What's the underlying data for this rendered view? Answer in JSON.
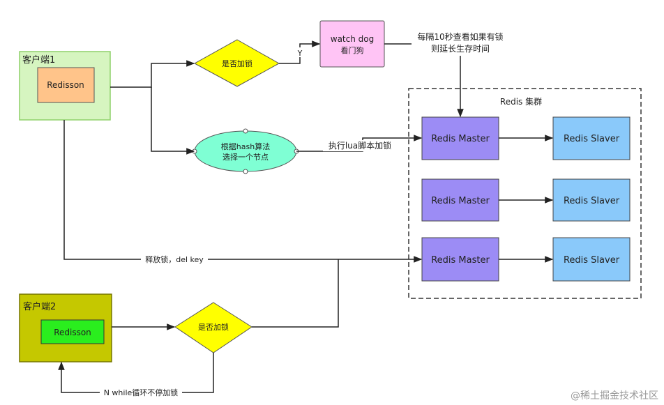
{
  "client1": {
    "title": "客户端1",
    "inner": "Redisson"
  },
  "client2": {
    "title": "客户端2",
    "inner": "Redisson"
  },
  "decision1": {
    "label": "是否加锁",
    "yes_label": "Y"
  },
  "decision2": {
    "label": "是否加锁"
  },
  "watchdog": {
    "line1": "watch dog",
    "line2": "看门狗"
  },
  "watchdog_note": {
    "line1": "每隔10秒查看如果有锁",
    "line2": "则延长生存时间"
  },
  "hash_node": {
    "line1": "根据hash算法",
    "line2": "选择一个节点"
  },
  "lua_label": "执行lua脚本加锁",
  "release_label": "释放锁，del key",
  "retry_label": "N while循环不停加锁",
  "cluster": {
    "title": "Redis 集群",
    "rows": [
      {
        "master": "Redis Master",
        "slave": "Redis Slaver"
      },
      {
        "master": "Redis Master",
        "slave": "Redis Slaver"
      },
      {
        "master": "Redis Master",
        "slave": "Redis Slaver"
      }
    ]
  },
  "watermark": "@稀土掘金技术社区",
  "colors": {
    "client1_bg": "#D6F5C0",
    "client1_inner": "#FFC48A",
    "client2_bg": "#C5C800",
    "client2_inner": "#2AEE1E",
    "decision": "#FFFF00",
    "watchdog": "#FFC4F5",
    "hash_node": "#7FFFD4",
    "master": "#9C8CF5",
    "slave": "#8AC9FA"
  }
}
